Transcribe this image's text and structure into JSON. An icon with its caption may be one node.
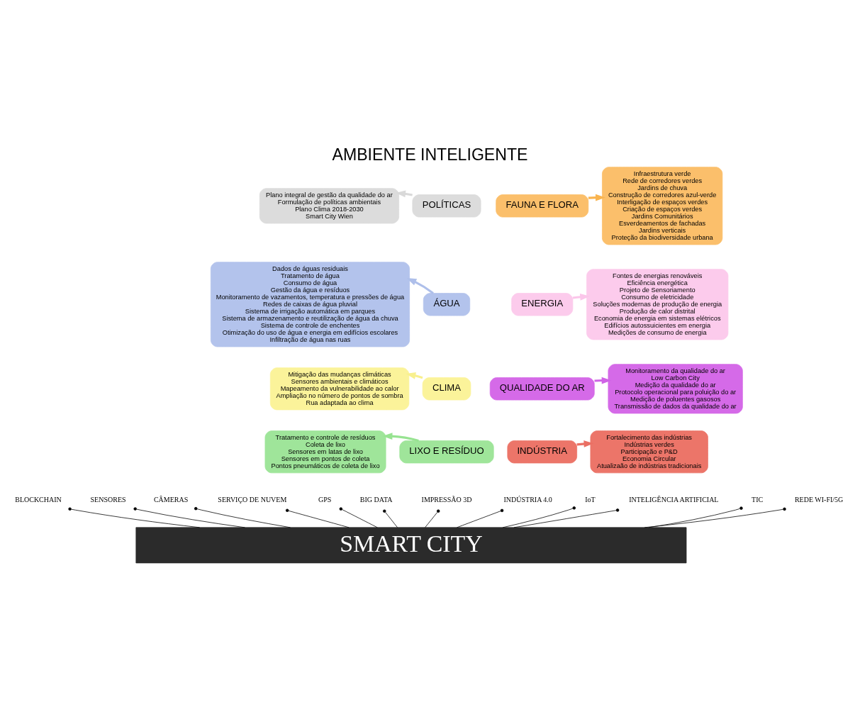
{
  "diagram": {
    "title": "AMBIENTE INTELIGENTE",
    "nodes": [
      {
        "text": [
          "Plano integral de gestão da qualidade do ar",
          "Formulação de políticas ambientais",
          "Plano Clima 2018-2030",
          "Smart City Wien"
        ]
      },
      {
        "text": [
          "POLÍTICAS"
        ]
      },
      {
        "text": [
          "Infraestrutura verde",
          "Rede de corredores verdes",
          "Jardins de chuva",
          "Construção de corredores azul-verde",
          "Interligação de espaços verdes",
          "Criação de espaços verdes",
          "Jardins Comunitários",
          "Esverdeamentos de fachadas",
          "Jardins verticais",
          "Proteção da biodiversidade urbana"
        ]
      },
      {
        "text": [
          "FAUNA E FLORA"
        ]
      },
      {
        "text": [
          "Dados de águas residuais",
          "Tratamento de água",
          "Consumo de água",
          "Gestão da água e resíduos",
          "Monitoramento de vazamentos, temperatura e pressões de água",
          "Redes de caixas de água pluvial",
          "Sistema de irrigação automática em parques",
          "Sistema de armazenamento e reutilização de água da chuva",
          "Sistema de controle de enchentes",
          "Otimização do uso de água e energia em edifícios escolares",
          "Infiltração de água nas ruas"
        ]
      },
      {
        "text": [
          "ÁGUA"
        ]
      },
      {
        "text": [
          "Fontes de energias renováveis",
          "Eficiência energética",
          "Projeto de Sensoriamento",
          "Consumo de eletricidade",
          "Soluções modernas de produção de energia",
          "Produção de calor distrital",
          "Economia de energia em sistemas elétricos",
          "Edifícios autossuicientes em energia",
          "Medições de consumo de energia"
        ]
      },
      {
        "text": [
          "ENERGIA"
        ]
      },
      {
        "text": [
          "CLIMA"
        ]
      },
      {
        "text": [
          "Monitoramento da qualidade do ar",
          "Low Carbon City",
          "Medição da qualidade do ar",
          "Protocolo operacional para poluição do ar",
          "Medição de poluentes gasosos",
          "Transmissão de dados da qualidade do ar"
        ]
      },
      {
        "text": [
          "QUALIDADE DO AR"
        ]
      },
      {
        "text": [
          "Mitigação das mudanças climáticas",
          "Sensores ambientais e climáticos",
          "Mapeamento da vulnerabilidade ao calor",
          "Ampliação no número de pontos de sombra",
          "Rua adaptada ao clima"
        ]
      },
      {
        "text": [
          "LIXO E RESÍDUO"
        ]
      },
      {
        "text": [
          "INDÚSTRIA"
        ]
      },
      {
        "text": [
          "Tratamento e controle de resíduos",
          "Coleta de lixo",
          "Sensores em latas de lixo",
          "Sensores em pontos de coleta",
          "Pontos pneumáticos de coleta de lixo"
        ]
      },
      {
        "text": [
          "Fortalecimento das indústrias",
          "Indústrias verdes",
          "Participação e P&D",
          "Economia Circular",
          "Atualizaão de indústrias tradicionais"
        ]
      },
      {
        "text": [
          "BLOCKCHAIN"
        ]
      },
      {
        "text": [
          "SENSORES"
        ]
      },
      {
        "text": [
          "CÂMERAS"
        ]
      },
      {
        "text": [
          "SERVIÇO DE NUVEM"
        ]
      },
      {
        "text": [
          "GPS"
        ]
      },
      {
        "text": [
          "BIG DATA"
        ]
      },
      {
        "text": [
          "IMPRESSÃO 3D"
        ]
      },
      {
        "text": [
          "INDÚSTRIA 4.0"
        ]
      },
      {
        "text": [
          "IoT"
        ]
      },
      {
        "text": [
          "INTELIGÊNCIA ARTIFICIAL"
        ]
      },
      {
        "text": [
          "TIC"
        ]
      },
      {
        "text": [
          "REDE WI-FI/5G"
        ]
      },
      {
        "text": [
          "SMART CITY"
        ]
      }
    ],
    "edges": [
      {
        "from": 1,
        "to": 0,
        "arrow": "to",
        "style": "thick",
        "color": "#d9d9d9"
      },
      {
        "from": 3,
        "to": 2,
        "arrow": "to",
        "style": "thick",
        "color": "#f9b44f"
      },
      {
        "from": 5,
        "to": 4,
        "arrow": "to",
        "style": "thick",
        "color": "#aebfea"
      },
      {
        "from": 7,
        "to": 6,
        "arrow": "to",
        "style": "thick",
        "color": "#fbc6ea"
      },
      {
        "from": 8,
        "to": 11,
        "arrow": "to",
        "style": "thick",
        "color": "#f8f08e"
      },
      {
        "from": 10,
        "to": 9,
        "arrow": "to",
        "style": "thick",
        "color": "#d063e6"
      },
      {
        "from": 12,
        "to": 14,
        "arrow": "to",
        "style": "thick",
        "color": "#97e391"
      },
      {
        "from": 13,
        "to": 15,
        "arrow": "to",
        "style": "thick",
        "color": "#ea6f63"
      },
      {
        "from": 16,
        "to": 28,
        "arrow": "other"
      },
      {
        "from": 17,
        "to": 28,
        "arrow": "other"
      },
      {
        "from": 18,
        "to": 28,
        "arrow": "other"
      },
      {
        "from": 19,
        "to": 28,
        "arrow": "other"
      },
      {
        "from": 20,
        "to": 28,
        "arrow": "other"
      },
      {
        "from": 21,
        "to": 28,
        "arrow": "other"
      },
      {
        "from": 22,
        "to": 28,
        "arrow": "other"
      },
      {
        "from": 23,
        "to": 28,
        "arrow": "other"
      },
      {
        "from": 24,
        "to": 28,
        "arrow": "other"
      },
      {
        "from": 25,
        "to": 28,
        "arrow": "other"
      },
      {
        "from": 26,
        "to": 28,
        "arrow": "other"
      },
      {
        "from": 27,
        "to": 28,
        "arrow": "other"
      }
    ]
  }
}
